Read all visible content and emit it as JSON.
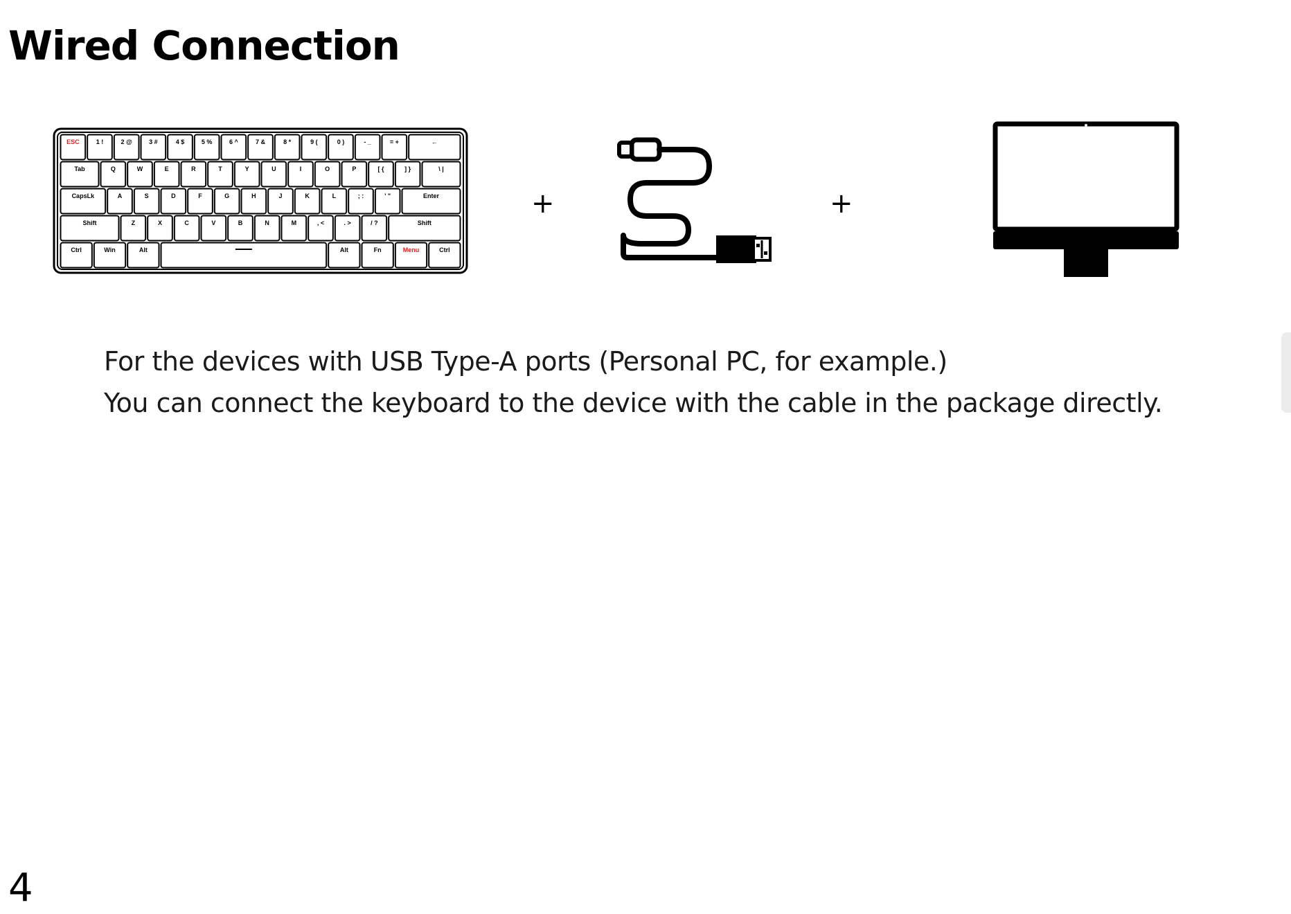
{
  "page": {
    "title": "Wired Connection",
    "page_number": "4"
  },
  "illustration": {
    "plus_sign": "+",
    "keyboard": {
      "rows": [
        [
          {
            "label": "ESC",
            "red": true
          },
          {
            "label": "1 !"
          },
          {
            "label": "2 @"
          },
          {
            "label": "3 #"
          },
          {
            "label": "4 $"
          },
          {
            "label": "5 %"
          },
          {
            "label": "6 ^"
          },
          {
            "label": "7 &"
          },
          {
            "label": "8 *"
          },
          {
            "label": "9 ("
          },
          {
            "label": "0 )"
          },
          {
            "label": "- _"
          },
          {
            "label": "= +"
          },
          {
            "label": "←"
          }
        ],
        [
          {
            "label": "Tab"
          },
          {
            "label": "Q"
          },
          {
            "label": "W"
          },
          {
            "label": "E"
          },
          {
            "label": "R"
          },
          {
            "label": "T"
          },
          {
            "label": "Y"
          },
          {
            "label": "U"
          },
          {
            "label": "I"
          },
          {
            "label": "O"
          },
          {
            "label": "P"
          },
          {
            "label": "[ {"
          },
          {
            "label": "] }"
          },
          {
            "label": "\\ |"
          }
        ],
        [
          {
            "label": "CapsLk"
          },
          {
            "label": "A"
          },
          {
            "label": "S"
          },
          {
            "label": "D"
          },
          {
            "label": "F"
          },
          {
            "label": "G"
          },
          {
            "label": "H"
          },
          {
            "label": "J"
          },
          {
            "label": "K"
          },
          {
            "label": "L"
          },
          {
            "label": "; :"
          },
          {
            "label": "' \""
          },
          {
            "label": "Enter"
          }
        ],
        [
          {
            "label": "Shift"
          },
          {
            "label": "Z"
          },
          {
            "label": "X"
          },
          {
            "label": "C"
          },
          {
            "label": "V"
          },
          {
            "label": "B"
          },
          {
            "label": "N"
          },
          {
            "label": "M"
          },
          {
            "label": ", <"
          },
          {
            "label": ". >"
          },
          {
            "label": "/ ?"
          },
          {
            "label": "Shift"
          }
        ],
        [
          {
            "label": "Ctrl"
          },
          {
            "label": "Win"
          },
          {
            "label": "Alt"
          },
          {
            "label": ""
          },
          {
            "label": "Alt"
          },
          {
            "label": "Fn"
          },
          {
            "label": "Menu",
            "red": true
          },
          {
            "label": "Ctrl"
          }
        ]
      ]
    }
  },
  "description": {
    "line1": "For the devices with USB Type-A ports (Personal PC, for example.)",
    "line2": "You can connect the keyboard to the device with the cable in the package directly."
  },
  "colors": {
    "highlight_key": "#e11d1d",
    "ink": "#000000",
    "background": "#ffffff"
  }
}
